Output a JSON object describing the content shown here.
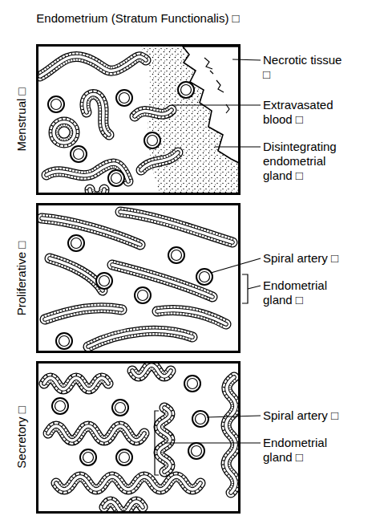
{
  "diagram": {
    "title": "Endometrium (Stratum Functionalis) □",
    "nodes": [
      {
        "text": [
          "Menstrual □"
        ]
      },
      {
        "text": [
          "Proliferative □"
        ]
      },
      {
        "text": [
          "Secretory □"
        ]
      }
    ],
    "labels": [
      "Necrotic tissue □",
      "Extravasated blood □",
      "Disintegrating endometrial gland □",
      "Spiral artery □",
      "Endometrial gland □",
      "Spiral artery □",
      "Endometrial gland □"
    ]
  }
}
